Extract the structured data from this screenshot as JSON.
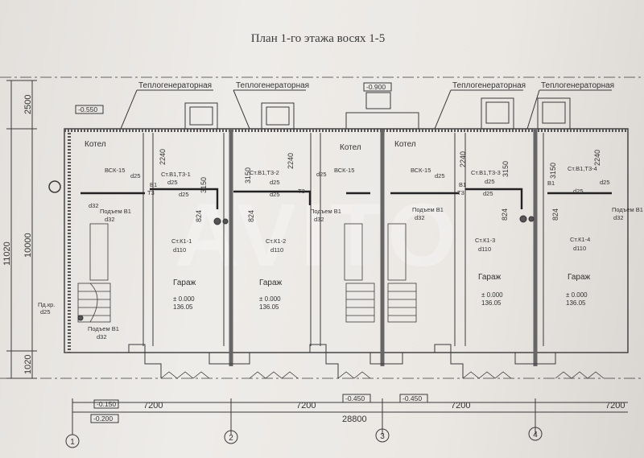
{
  "title": "План 1-го этажа восях 1-5",
  "rooms": {
    "boiler": "Теплогенераторная",
    "garage": "Гараж",
    "boiler_short": "Котел"
  },
  "levels": {
    "top_left": "-0.550",
    "top_mid": "-0.900",
    "bottom_1": "-0.150",
    "bottom_2": "-0.200",
    "bottom_3": "-0.450",
    "bottom_4": "-0.450"
  },
  "garage_marks": [
    {
      "level": "± 0.000",
      "abs": "136.05"
    },
    {
      "level": "± 0.000",
      "abs": "136.05"
    },
    {
      "level": "± 0.000",
      "abs": "136.05"
    },
    {
      "level": "± 0.000",
      "abs": "136.05"
    }
  ],
  "risers": {
    "vsk": "ВСК-15",
    "t1": "Ст.В1,Т3-1",
    "t2": "Ст.В1,Т3-2",
    "t3": "Ст.В1,Т3-3",
    "t4": "Ст.В1,Т3-4",
    "k1": "Ст.К1-1",
    "k2": "Ст.К1-2",
    "k3": "Ст.К1-3",
    "k4": "Ст.К1-4",
    "lift": "Подъем В1",
    "pi": "Пд.кр.",
    "b1": "В1",
    "t3_label": "Т3"
  },
  "pipe_sizes": {
    "d25": "d25",
    "d32": "d32",
    "d110": "d110"
  },
  "dimensions": {
    "bay": "7200",
    "total": "28800",
    "height_total": "11020",
    "height_mid": "10000",
    "height_top": "2500",
    "height_bot": "1020",
    "d2240": "2240",
    "d3150": "3150",
    "d824": "824"
  },
  "axes": [
    "1",
    "2",
    "3",
    "4"
  ],
  "watermark": "AVITO"
}
